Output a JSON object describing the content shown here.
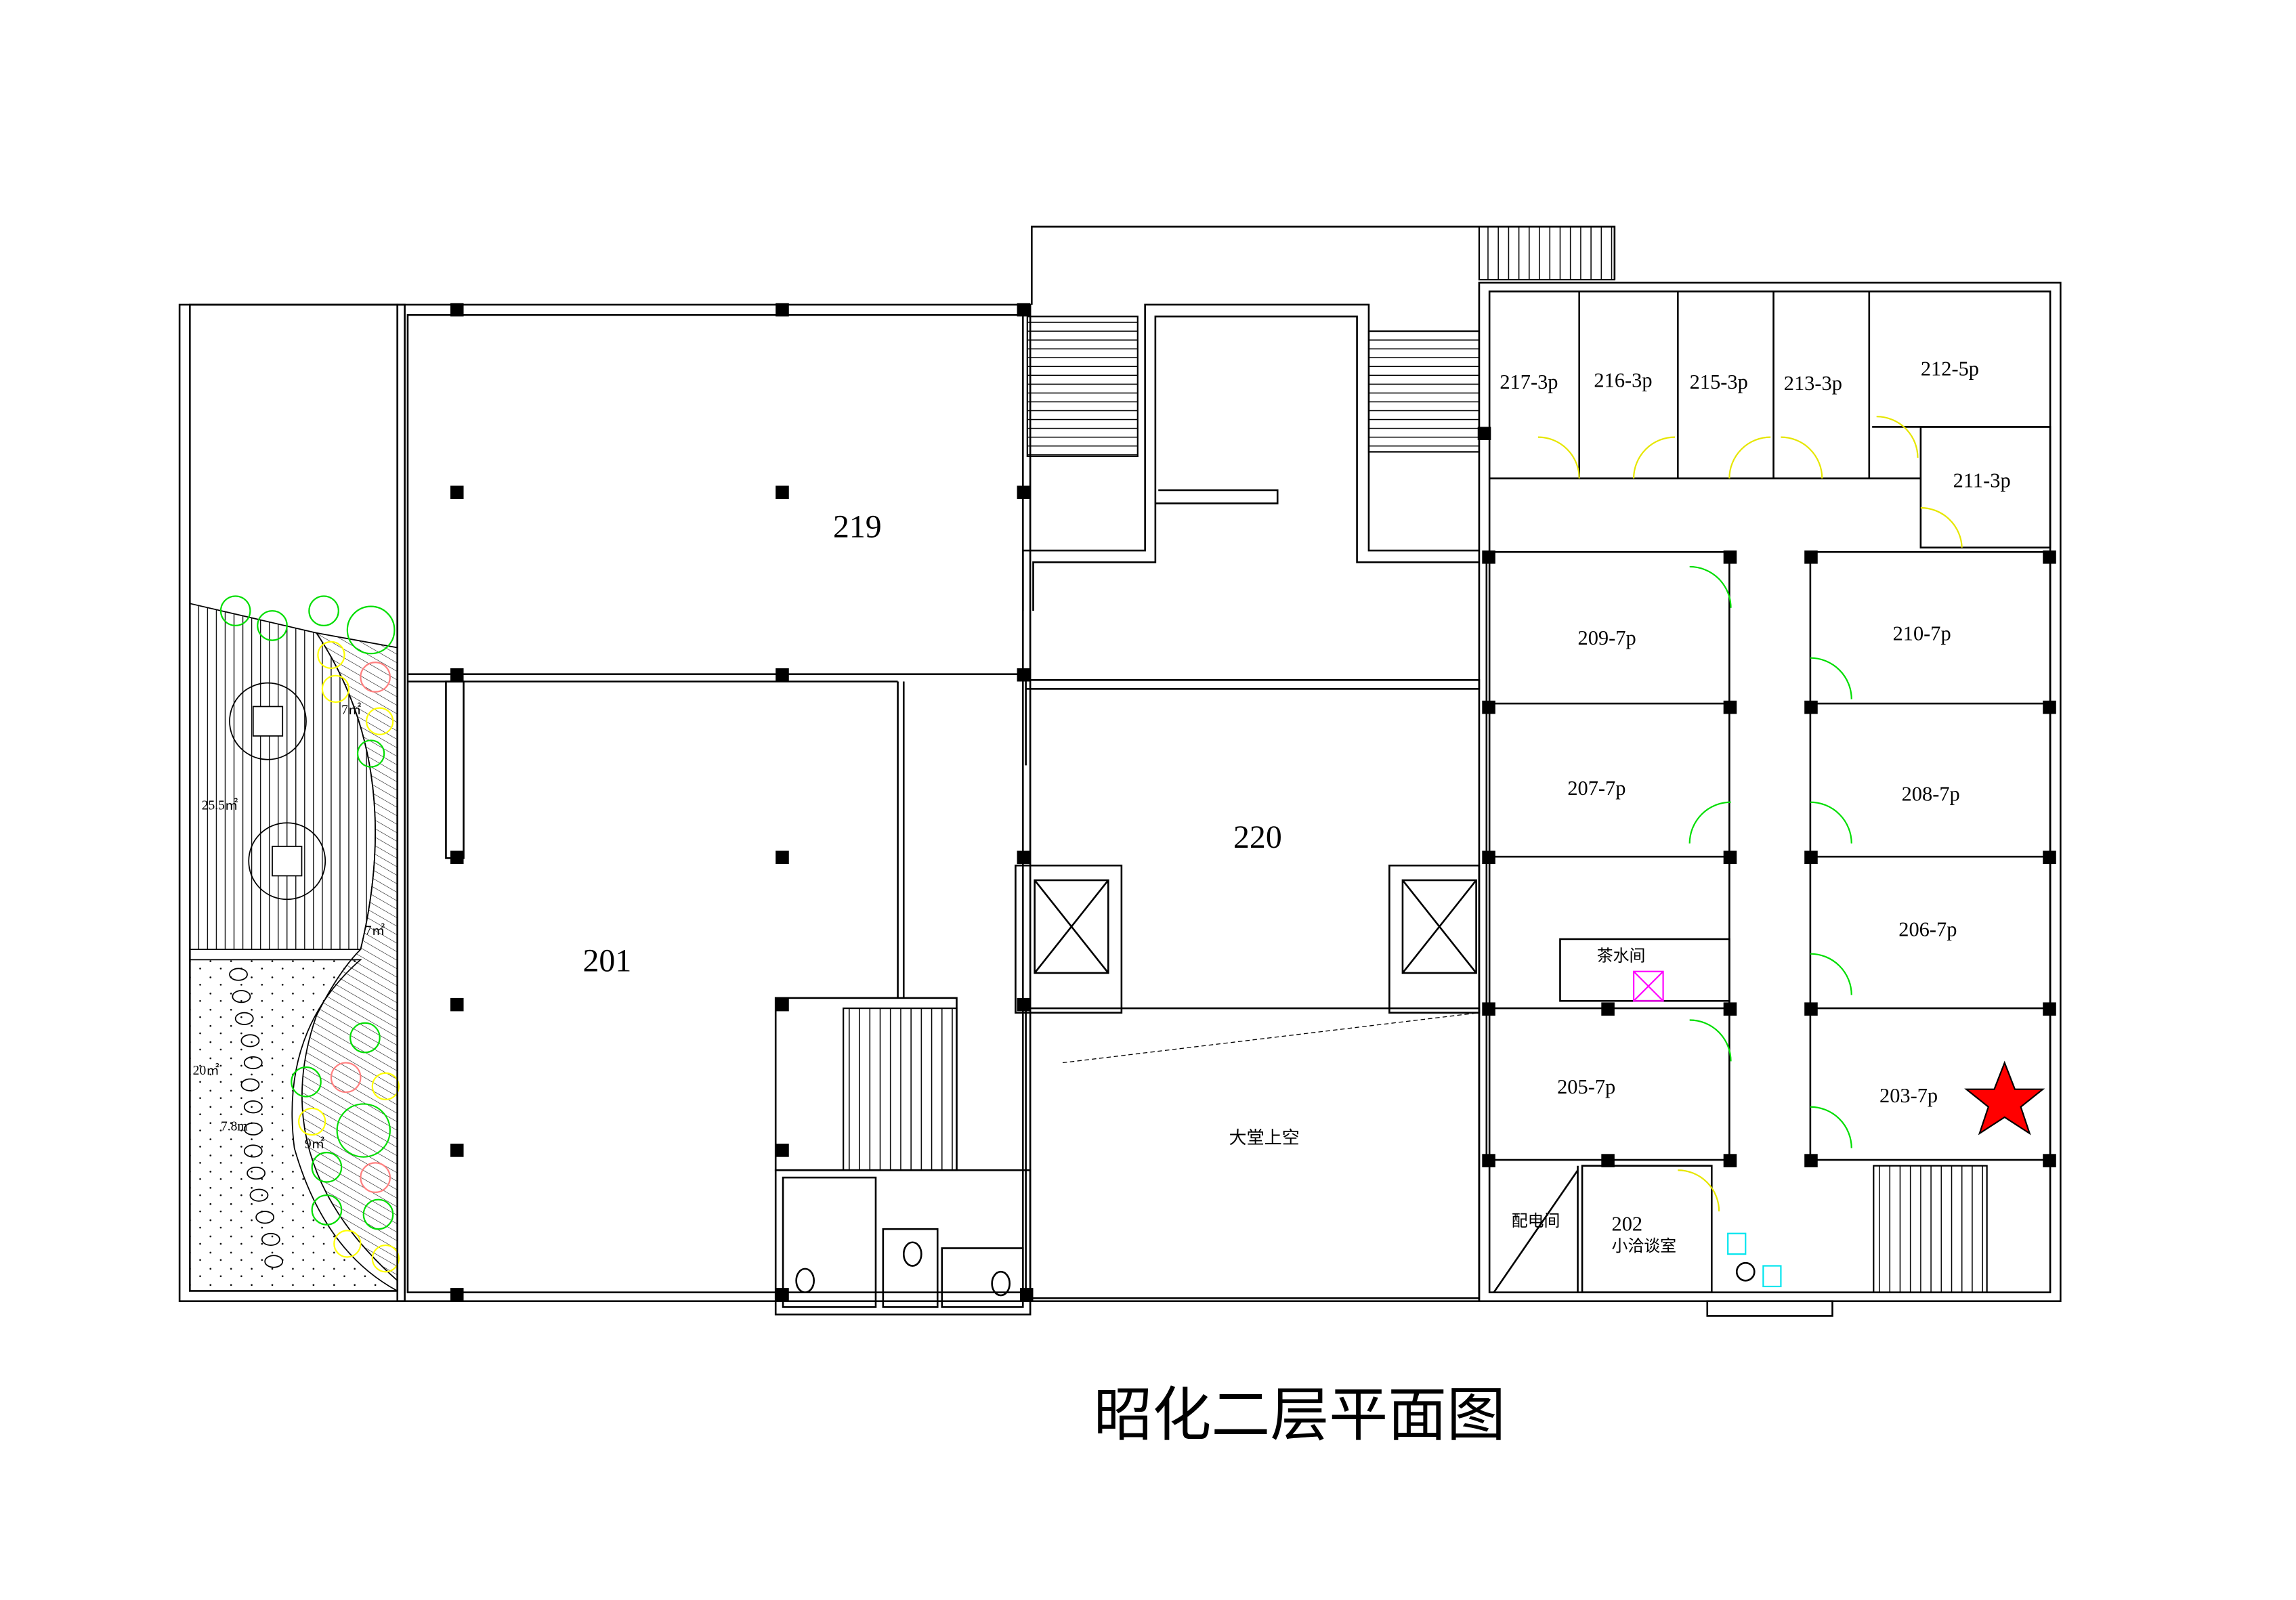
{
  "title": "昭化二层平面图",
  "rooms": {
    "r219": "219",
    "r201": "201",
    "r220": "220",
    "r217": "217-3p",
    "r216": "216-3p",
    "r215": "215-3p",
    "r213": "213-3p",
    "r212": "212-5p",
    "r211": "211-3p",
    "r209": "209-7p",
    "r210": "210-7p",
    "r207": "207-7p",
    "r208": "208-7p",
    "r206": "206-7p",
    "r205": "205-7p",
    "r203": "203-7p",
    "r202": "202",
    "r202_sub": "小洽谈室",
    "tea": "茶水间",
    "power": "配电间",
    "lobby": "大堂上空"
  },
  "garden": {
    "a1": "7㎡",
    "a2": "25.5㎡",
    "a3": "7㎡",
    "a4": "20㎡",
    "a5": "7.8m",
    "a6": "9㎡"
  },
  "colors": {
    "marker": "#ff0000",
    "door": "#00dd00",
    "plant_green": "#00dd00",
    "plant_yellow": "#ffff00",
    "plant_pink": "#ff8080"
  }
}
